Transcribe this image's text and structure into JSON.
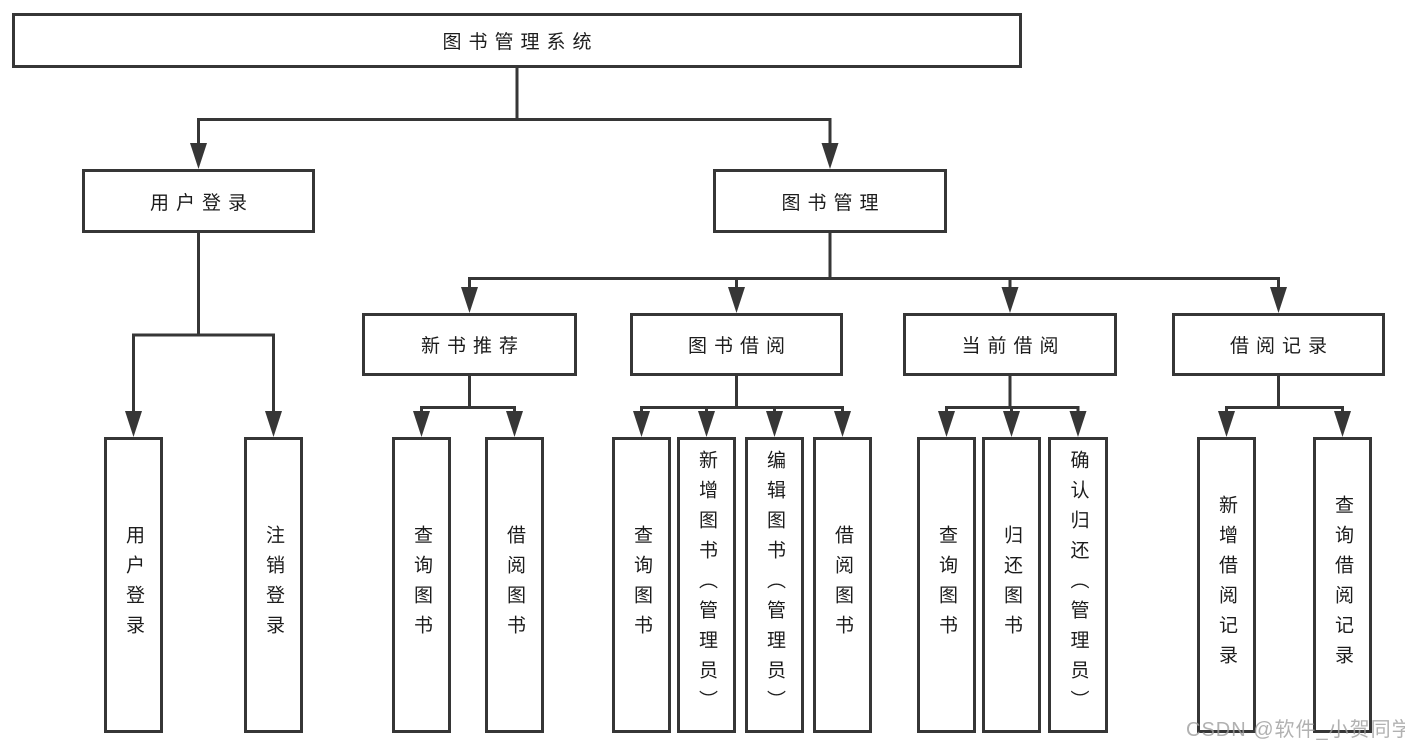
{
  "tree": {
    "label": "图书管理系统",
    "children": [
      {
        "label": "用户登录",
        "children": [
          {
            "label": "用户登录"
          },
          {
            "label": "注销登录"
          }
        ]
      },
      {
        "label": "图书管理",
        "children": [
          {
            "label": "新书推荐",
            "children": [
              {
                "label": "查询图书"
              },
              {
                "label": "借阅图书"
              }
            ]
          },
          {
            "label": "图书借阅",
            "children": [
              {
                "label": "查询图书"
              },
              {
                "label": "新增图书（管理员）"
              },
              {
                "label": "编辑图书（管理员）"
              },
              {
                "label": "借阅图书"
              }
            ]
          },
          {
            "label": "当前借阅",
            "children": [
              {
                "label": "查询图书"
              },
              {
                "label": "归还图书"
              },
              {
                "label": "确认归还（管理员）"
              }
            ]
          },
          {
            "label": "借阅记录",
            "children": [
              {
                "label": "新增借阅记录"
              },
              {
                "label": "查询借阅记录"
              }
            ]
          }
        ]
      }
    ]
  },
  "watermark": {
    "text": "CSDN @软件_小贺同学"
  },
  "colors": {
    "line": "#363636",
    "text": "#1c1c1c",
    "background": "#ffffff",
    "watermark": "#9e9e9e"
  }
}
